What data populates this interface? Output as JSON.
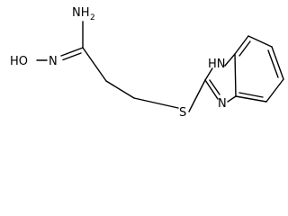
{
  "molecule": {
    "atoms": {
      "amine_n": "NH",
      "amine_sub": "2",
      "hydroxy": "HO",
      "oxime_n": "N",
      "sulfur": "S",
      "ring_nh": "HN",
      "ring_n": "N"
    }
  }
}
